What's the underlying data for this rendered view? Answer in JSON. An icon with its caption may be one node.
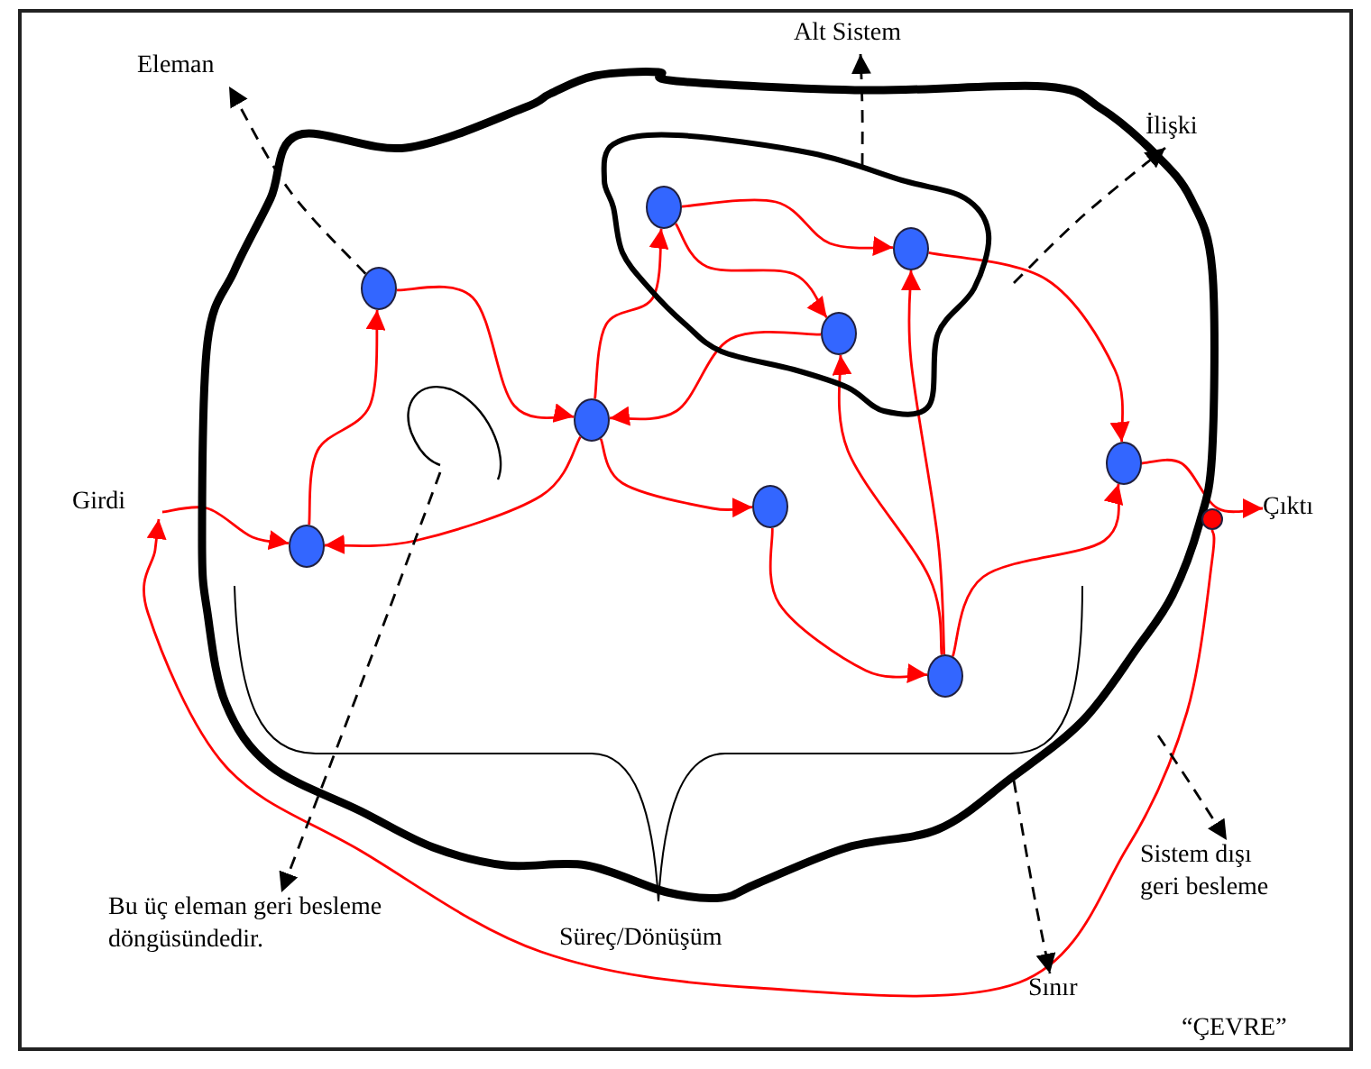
{
  "diagram": {
    "nodes": [
      {
        "text": [
          "Eleman"
        ]
      },
      {
        "text": [
          "Alt Sistem"
        ]
      },
      {
        "text": [
          "İlişki"
        ]
      },
      {
        "text": [],
        "shape": "blob"
      },
      {
        "text": [],
        "shape": "blob",
        "in": 3
      },
      {
        "text": [],
        "shape": "circle",
        "in": 4
      },
      {
        "text": [],
        "shape": "circle",
        "in": 4
      },
      {
        "text": [],
        "shape": "circle",
        "in": 3
      },
      {
        "text": [],
        "shape": "circle",
        "in": 4
      },
      {
        "text": [],
        "shape": "ellipse",
        "in": 3
      },
      {
        "text": [],
        "shape": "circle",
        "in": 3
      },
      {
        "text": [],
        "shape": "circle",
        "in": 3
      },
      {
        "text": [
          "Girdi"
        ]
      },
      {
        "text": [],
        "shape": "circle",
        "in": 3
      },
      {
        "text": [
          "Çıktı"
        ]
      },
      {
        "text": [],
        "shape": "circle"
      },
      {
        "text": [],
        "shape": "circle",
        "in": 3
      },
      {
        "text": [],
        "shape": "circle",
        "in": 3
      },
      {
        "text": [
          "Sistem dışı geri besleme"
        ]
      },
      {
        "text": [
          "Bu üç eleman geri besleme döngüsündedir."
        ]
      },
      {
        "text": [
          "Sınır"
        ]
      }
    ],
    "edges": [
      {
        "from": 12,
        "to": 16,
        "arrow": "to"
      },
      {
        "from": 16,
        "to": 7,
        "arrow": "to"
      },
      {
        "from": 7,
        "to": 10,
        "arrow": "to"
      },
      {
        "from": 10,
        "to": 16,
        "arrow": "to"
      },
      {
        "from": 10,
        "to": 5,
        "arrow": "to"
      },
      {
        "from": 8,
        "to": 10,
        "arrow": "to"
      },
      {
        "from": 5,
        "to": 6,
        "arrow": "to"
      },
      {
        "from": 5,
        "to": 8,
        "arrow": "to"
      },
      {
        "from": 10,
        "to": 13,
        "arrow": "to"
      },
      {
        "from": 13,
        "to": 17,
        "arrow": "to"
      },
      {
        "from": 17,
        "to": 8,
        "arrow": "to"
      },
      {
        "from": 17,
        "to": 6,
        "arrow": "to"
      },
      {
        "from": 17,
        "to": 11,
        "arrow": "to"
      },
      {
        "from": 6,
        "to": 11,
        "arrow": "to"
      },
      {
        "from": 11,
        "to": 14,
        "arrow": "to"
      },
      {
        "from": 15,
        "to": 12,
        "arrow": "to"
      },
      {
        "from": 7,
        "to": 0,
        "arrow": "to",
        "style": "dashed",
        "color": "#000000"
      },
      {
        "from": 4,
        "to": 1,
        "arrow": "to",
        "style": "dashed",
        "color": "#000000"
      },
      {
        "from": null,
        "to": 2,
        "arrow": "to",
        "style": "dashed",
        "color": "#000000"
      },
      {
        "from": 9,
        "to": 19,
        "arrow": "to",
        "style": "dashed",
        "color": "#000000"
      },
      {
        "from": 3,
        "to": 20,
        "arrow": "to",
        "style": "dashed",
        "color": "#000000"
      },
      {
        "from": null,
        "to": 18,
        "arrow": "to",
        "style": "dashed",
        "color": "#000000"
      }
    ],
    "labels": [
      "Süreç/Dönüşüm",
      "“ÇEVRE”"
    ]
  }
}
